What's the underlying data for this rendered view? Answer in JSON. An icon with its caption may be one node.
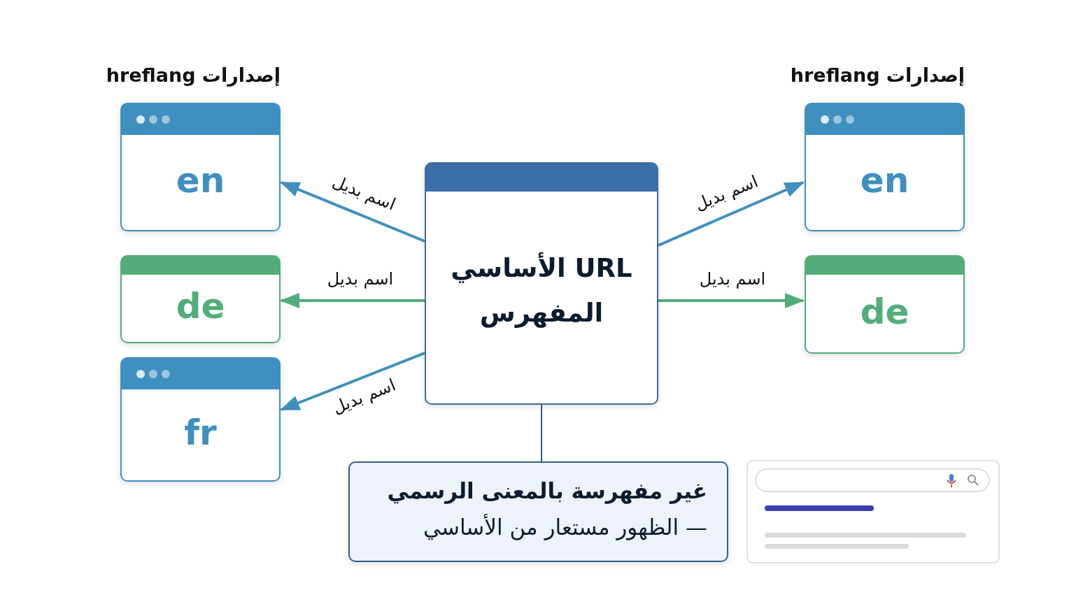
{
  "diagram": {
    "nodes": [
      {
        "text": [
          "إصدارات hreflang",
          "en"
        ]
      },
      {
        "text": [
          "de"
        ]
      },
      {
        "text": [
          "fr"
        ]
      },
      {
        "text": [
          "URL الأساسي المفهرس"
        ]
      },
      {
        "text": [
          "إصدارات hreflang",
          "en"
        ]
      },
      {
        "text": [
          "de"
        ]
      },
      {
        "text": [
          "غير مفهرسة بالمعنى الرسمي",
          "— الظهور مستعار من الأساسي"
        ]
      }
    ],
    "edges": [
      {
        "from": 3,
        "to": 0,
        "arrow": "to",
        "label": "اسم بديل"
      },
      {
        "from": 3,
        "to": 1,
        "arrow": "to",
        "label": "اسم بديل",
        "color": "#52ad7a"
      },
      {
        "from": 3,
        "to": 2,
        "arrow": "to",
        "label": "اسم بديل"
      },
      {
        "from": 3,
        "to": 4,
        "arrow": "to",
        "label": "اسم بديل"
      },
      {
        "from": 3,
        "to": 5,
        "arrow": "to",
        "label": "اسم بديل",
        "color": "#52ad7a"
      },
      {
        "from": 3,
        "to": 6,
        "arrow": "none",
        "color": "#2f5f8a"
      }
    ]
  }
}
